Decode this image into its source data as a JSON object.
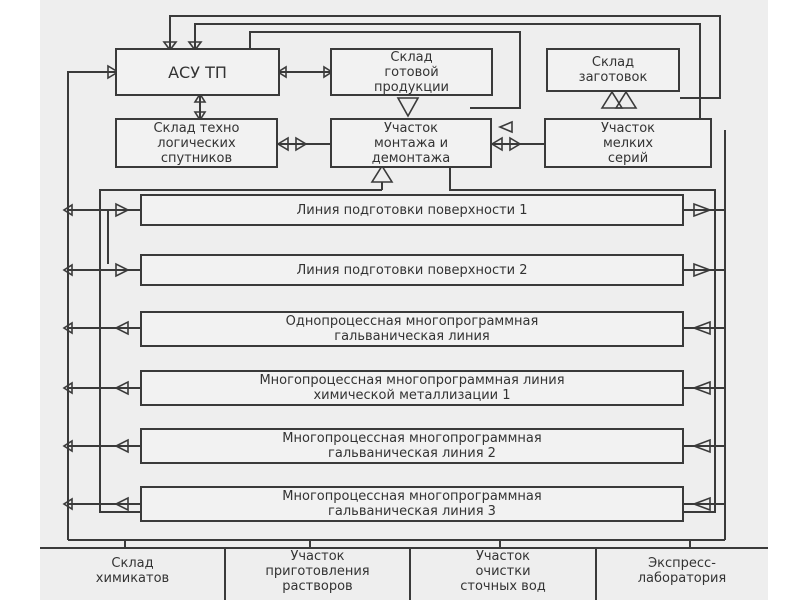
{
  "blocks": {
    "asu": "АСУ ТП",
    "finished_goods": [
      "Склад",
      "готовой",
      "продукции"
    ],
    "blanks": [
      "Склад",
      "заготовок"
    ],
    "satellites": [
      "Склад техно",
      "логических",
      "спутников"
    ],
    "assembly": [
      "Участок",
      "монтажа и",
      "демонтажа"
    ],
    "small_series": [
      "Участок",
      "мелких",
      "серий"
    ]
  },
  "lines": [
    [
      "Линия подготовки поверхности 1"
    ],
    [
      "Линия подготовки поверхности 2"
    ],
    [
      "Однопроцессная многопрограммная",
      "гальваническая линия"
    ],
    [
      "Многопроцессная многопрограммная линия",
      "химической металлизации 1"
    ],
    [
      "Многопроцессная многопрограммная",
      "гальваническая линия 2"
    ],
    [
      "Многопроцессная многопрограммная",
      "гальваническая линия 3"
    ]
  ],
  "bottom": [
    [
      "Склад",
      "химикатов"
    ],
    [
      "Участок",
      "приготовления",
      "растворов"
    ],
    [
      "Участок",
      "очистки",
      "сточных вод"
    ],
    [
      "Экспресс-",
      "лаборатория"
    ]
  ]
}
